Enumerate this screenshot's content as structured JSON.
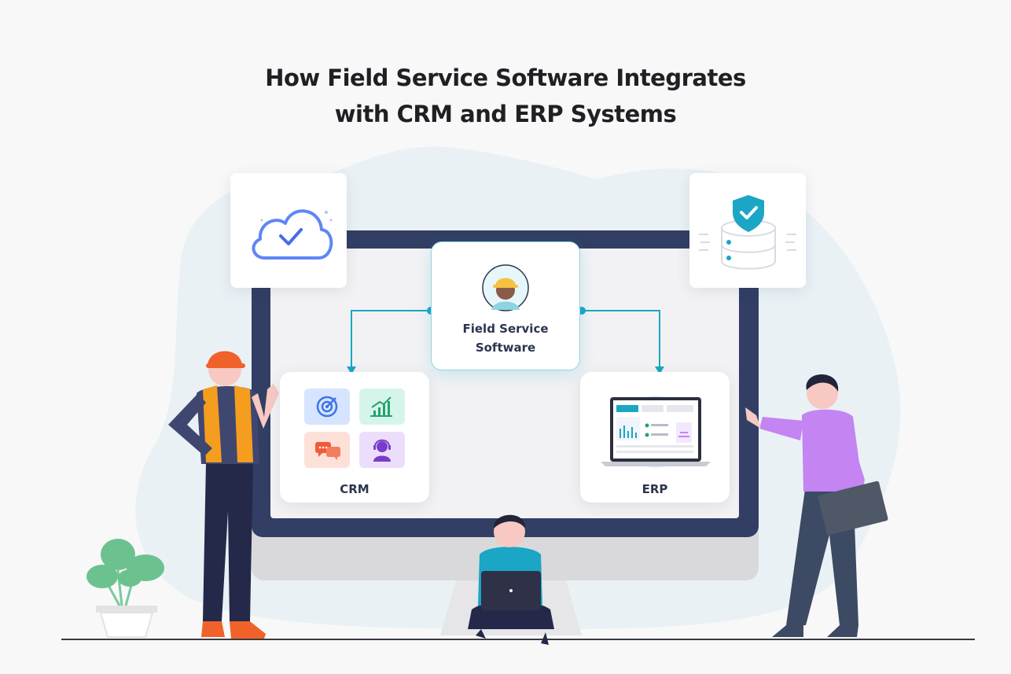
{
  "title": {
    "line1": "How Field Service Software Integrates",
    "line2": "with CRM and ERP Systems"
  },
  "hub": {
    "label_line1": "Field Service",
    "label_line2": "Software",
    "icon": "technician-avatar-icon"
  },
  "nodes": {
    "crm": {
      "label": "CRM",
      "icons": [
        "target-icon",
        "growth-chart-icon",
        "chat-icon",
        "support-agent-icon"
      ]
    },
    "erp": {
      "label": "ERP",
      "icon": "laptop-dashboard-icon"
    }
  },
  "cloud_card": {
    "icon": "cloud-check-icon"
  },
  "security_card": {
    "icon": "database-shield-icon"
  },
  "colors": {
    "connector": "#1aa6c4",
    "monitor_frame": "#323e64",
    "accent_teal": "#1aa6c4",
    "vest_orange": "#f59d1e",
    "shirt_purple": "#c484f2"
  }
}
